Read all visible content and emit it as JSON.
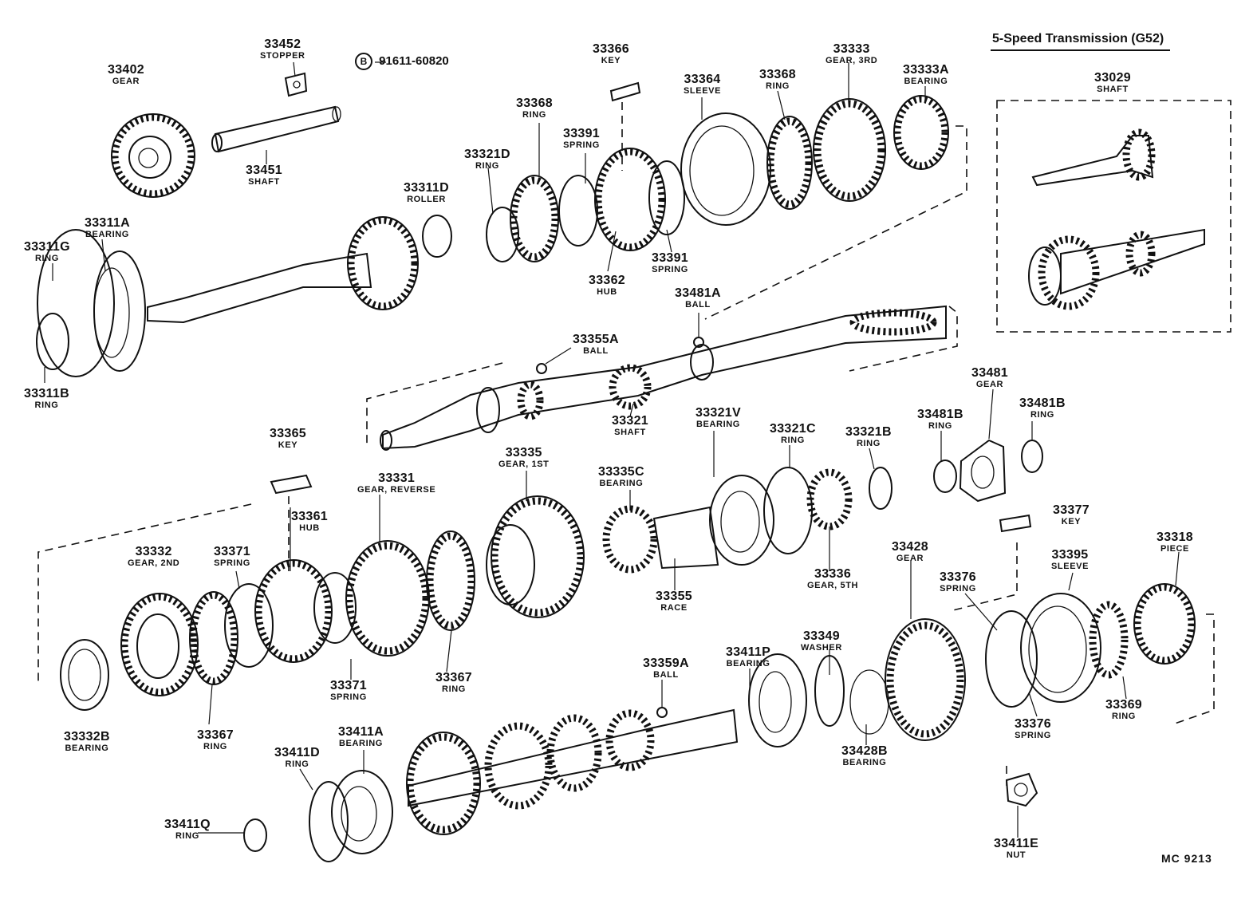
{
  "header": {
    "title": "5-Speed Transmission (G52)",
    "drawing_code": "MC 9213"
  },
  "fastener": {
    "symbol": "B",
    "part_number": "91611-60820"
  },
  "parts": {
    "p33452": {
      "no": "33452",
      "desc": "STOPPER"
    },
    "p33402": {
      "no": "33402",
      "desc": "GEAR"
    },
    "p33451": {
      "no": "33451",
      "desc": "SHAFT"
    },
    "p33366": {
      "no": "33366",
      "desc": "KEY"
    },
    "p33333": {
      "no": "33333",
      "desc": "GEAR, 3RD"
    },
    "p33333A": {
      "no": "33333A",
      "desc": "BEARING"
    },
    "p33364": {
      "no": "33364",
      "desc": "SLEEVE"
    },
    "p33368a": {
      "no": "33368",
      "desc": "RING"
    },
    "p33368b": {
      "no": "33368",
      "desc": "RING"
    },
    "p33391a": {
      "no": "33391",
      "desc": "SPRING"
    },
    "p33391b": {
      "no": "33391",
      "desc": "SPRING"
    },
    "p33321D": {
      "no": "33321D",
      "desc": "RING"
    },
    "p33311D": {
      "no": "33311D",
      "desc": "ROLLER"
    },
    "p33311A": {
      "no": "33311A",
      "desc": "BEARING"
    },
    "p33311G": {
      "no": "33311G",
      "desc": "RING"
    },
    "p33311B": {
      "no": "33311B",
      "desc": "RING"
    },
    "p33362": {
      "no": "33362",
      "desc": "HUB"
    },
    "p33481A": {
      "no": "33481A",
      "desc": "BALL"
    },
    "p33355A": {
      "no": "33355A",
      "desc": "BALL"
    },
    "p33321": {
      "no": "33321",
      "desc": "SHAFT"
    },
    "p33029": {
      "no": "33029",
      "desc": "SHAFT"
    },
    "p33481": {
      "no": "33481",
      "desc": "GEAR"
    },
    "p33481B1": {
      "no": "33481B",
      "desc": "RING"
    },
    "p33481B2": {
      "no": "33481B",
      "desc": "RING"
    },
    "p33365": {
      "no": "33365",
      "desc": "KEY"
    },
    "p33331": {
      "no": "33331",
      "desc": "GEAR, REVERSE"
    },
    "p33335": {
      "no": "33335",
      "desc": "GEAR, 1ST"
    },
    "p33335C": {
      "no": "33335C",
      "desc": "BEARING"
    },
    "p33321V": {
      "no": "33321V",
      "desc": "BEARING"
    },
    "p33321C": {
      "no": "33321C",
      "desc": "RING"
    },
    "p33321B": {
      "no": "33321B",
      "desc": "RING"
    },
    "p33361": {
      "no": "33361",
      "desc": "HUB"
    },
    "p33332": {
      "no": "33332",
      "desc": "GEAR, 2ND"
    },
    "p33371a": {
      "no": "33371",
      "desc": "SPRING"
    },
    "p33371b": {
      "no": "33371",
      "desc": "SPRING"
    },
    "p33377": {
      "no": "33377",
      "desc": "KEY"
    },
    "p33318": {
      "no": "33318",
      "desc": "PIECE"
    },
    "p33395": {
      "no": "33395",
      "desc": "SLEEVE"
    },
    "p33428": {
      "no": "33428",
      "desc": "GEAR"
    },
    "p33376a": {
      "no": "33376",
      "desc": "SPRING"
    },
    "p33376b": {
      "no": "33376",
      "desc": "SPRING"
    },
    "p33336": {
      "no": "33336",
      "desc": "GEAR, 5TH"
    },
    "p33355": {
      "no": "33355",
      "desc": "RACE"
    },
    "p33349": {
      "no": "33349",
      "desc": "WASHER"
    },
    "p33411P": {
      "no": "33411P",
      "desc": "BEARING"
    },
    "p33359A": {
      "no": "33359A",
      "desc": "BALL"
    },
    "p33367a": {
      "no": "33367",
      "desc": "RING"
    },
    "p33367b": {
      "no": "33367",
      "desc": "RING"
    },
    "p33369": {
      "no": "33369",
      "desc": "RING"
    },
    "p33332B": {
      "no": "33332B",
      "desc": "BEARING"
    },
    "p33428B": {
      "no": "33428B",
      "desc": "BEARING"
    },
    "p33411A": {
      "no": "33411A",
      "desc": "BEARING"
    },
    "p33411D": {
      "no": "33411D",
      "desc": "RING"
    },
    "p33411Q": {
      "no": "33411Q",
      "desc": "RING"
    },
    "p33411E": {
      "no": "33411E",
      "desc": "NUT"
    }
  }
}
